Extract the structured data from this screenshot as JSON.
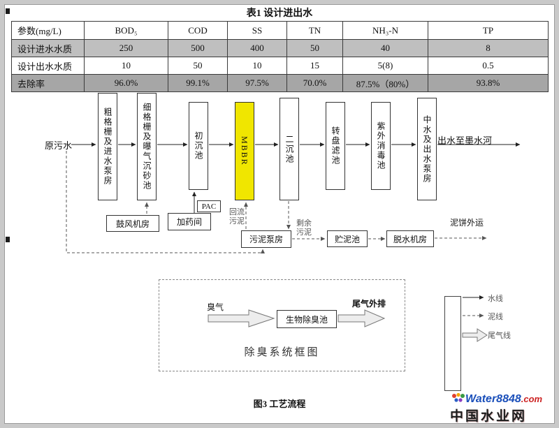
{
  "page": {
    "table_title": "表1 设计进出水",
    "figure_caption": "图3 工艺流程"
  },
  "colors": {
    "mbbr_highlight": "#f0e600",
    "inlet_row_highlight": "#bfbfbf",
    "removal_row_highlight": "#a6a6a6",
    "watermark_blue": "#1a4fba",
    "watermark_red": "#cc2222"
  },
  "table": {
    "headers": [
      "参数(mg/L)",
      "BOD₅",
      "COD",
      "SS",
      "TN",
      "NH₃-N",
      "TP"
    ],
    "rows": [
      {
        "label": "设计进水水质",
        "values": [
          "250",
          "500",
          "400",
          "50",
          "40",
          "8"
        ],
        "highlight": "#bfbfbf"
      },
      {
        "label": "设计出水水质",
        "values": [
          "10",
          "50",
          "10",
          "15",
          "5(8)",
          "0.5"
        ],
        "highlight": null
      },
      {
        "label": "去除率",
        "values": [
          "96.0%",
          "99.1%",
          "97.5%",
          "70.0%",
          "87.5%（80%）",
          "93.8%"
        ],
        "highlight": "#a6a6a6"
      }
    ]
  },
  "flow": {
    "inlet": "原污水",
    "outlet": "出水至墨水河",
    "units": [
      "粗格栅及进水泵房",
      "细格栅及曝气沉砂池",
      "初沉池",
      "MBBR",
      "二沉池",
      "转盘滤池",
      "紫外消毒池",
      "中水及出水泵房"
    ],
    "blower": "鼓风机房",
    "dosing": "加药间",
    "pac": "PAC",
    "return_sludge": "回流污泥",
    "sludge_pump": "污泥泵房",
    "excess_sludge": "剩余污泥",
    "sludge_storage": "贮泥池",
    "dewatering": "脱水机房",
    "cake_out": "泥饼外运"
  },
  "deodor": {
    "odor": "臭气",
    "tank": "生物除臭池",
    "exhaust": "尾气外排",
    "caption": "除臭系统框图"
  },
  "legend": {
    "water_line": "水线",
    "sludge_line": "泥线",
    "gas_line": "尾气线"
  },
  "watermark": {
    "brand": "Water8848",
    "tld": ".com",
    "site_name": "中国水业网"
  }
}
